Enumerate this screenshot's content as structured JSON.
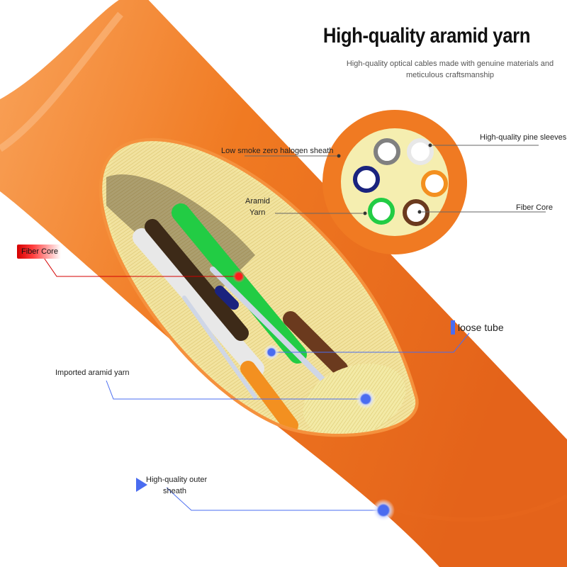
{
  "header": {
    "title": "High-quality aramid yarn",
    "subtitle": "High-quality optical cables made with genuine materials and meticulous craftsmanship"
  },
  "labels": {
    "sheath": "Low smoke zero halogen sheath",
    "aramid_line1": "Aramid",
    "aramid_line2": "Yarn",
    "pine_sleeves": "High-quality pine sleeves",
    "fiber_core_right": "Fiber Core",
    "fiber_core_left": "Fiber Core",
    "loose_tube": "loose tube",
    "imported_aramid": "Imported aramid yarn",
    "outer_sheath_line1": "High-quality outer",
    "outer_sheath_line2": "sheath"
  },
  "colors": {
    "cable_orange": "#f07a22",
    "cable_dark_orange": "#d9621a",
    "aramid_yellow": "#f3eaa6",
    "marker_blue": "#4a6cf0",
    "tag_red": "#d40000",
    "tube_colors": [
      "#808080",
      "#f2f2f2",
      "#1a237e",
      "#f39020",
      "#22cc44",
      "#6b3a1e"
    ]
  }
}
